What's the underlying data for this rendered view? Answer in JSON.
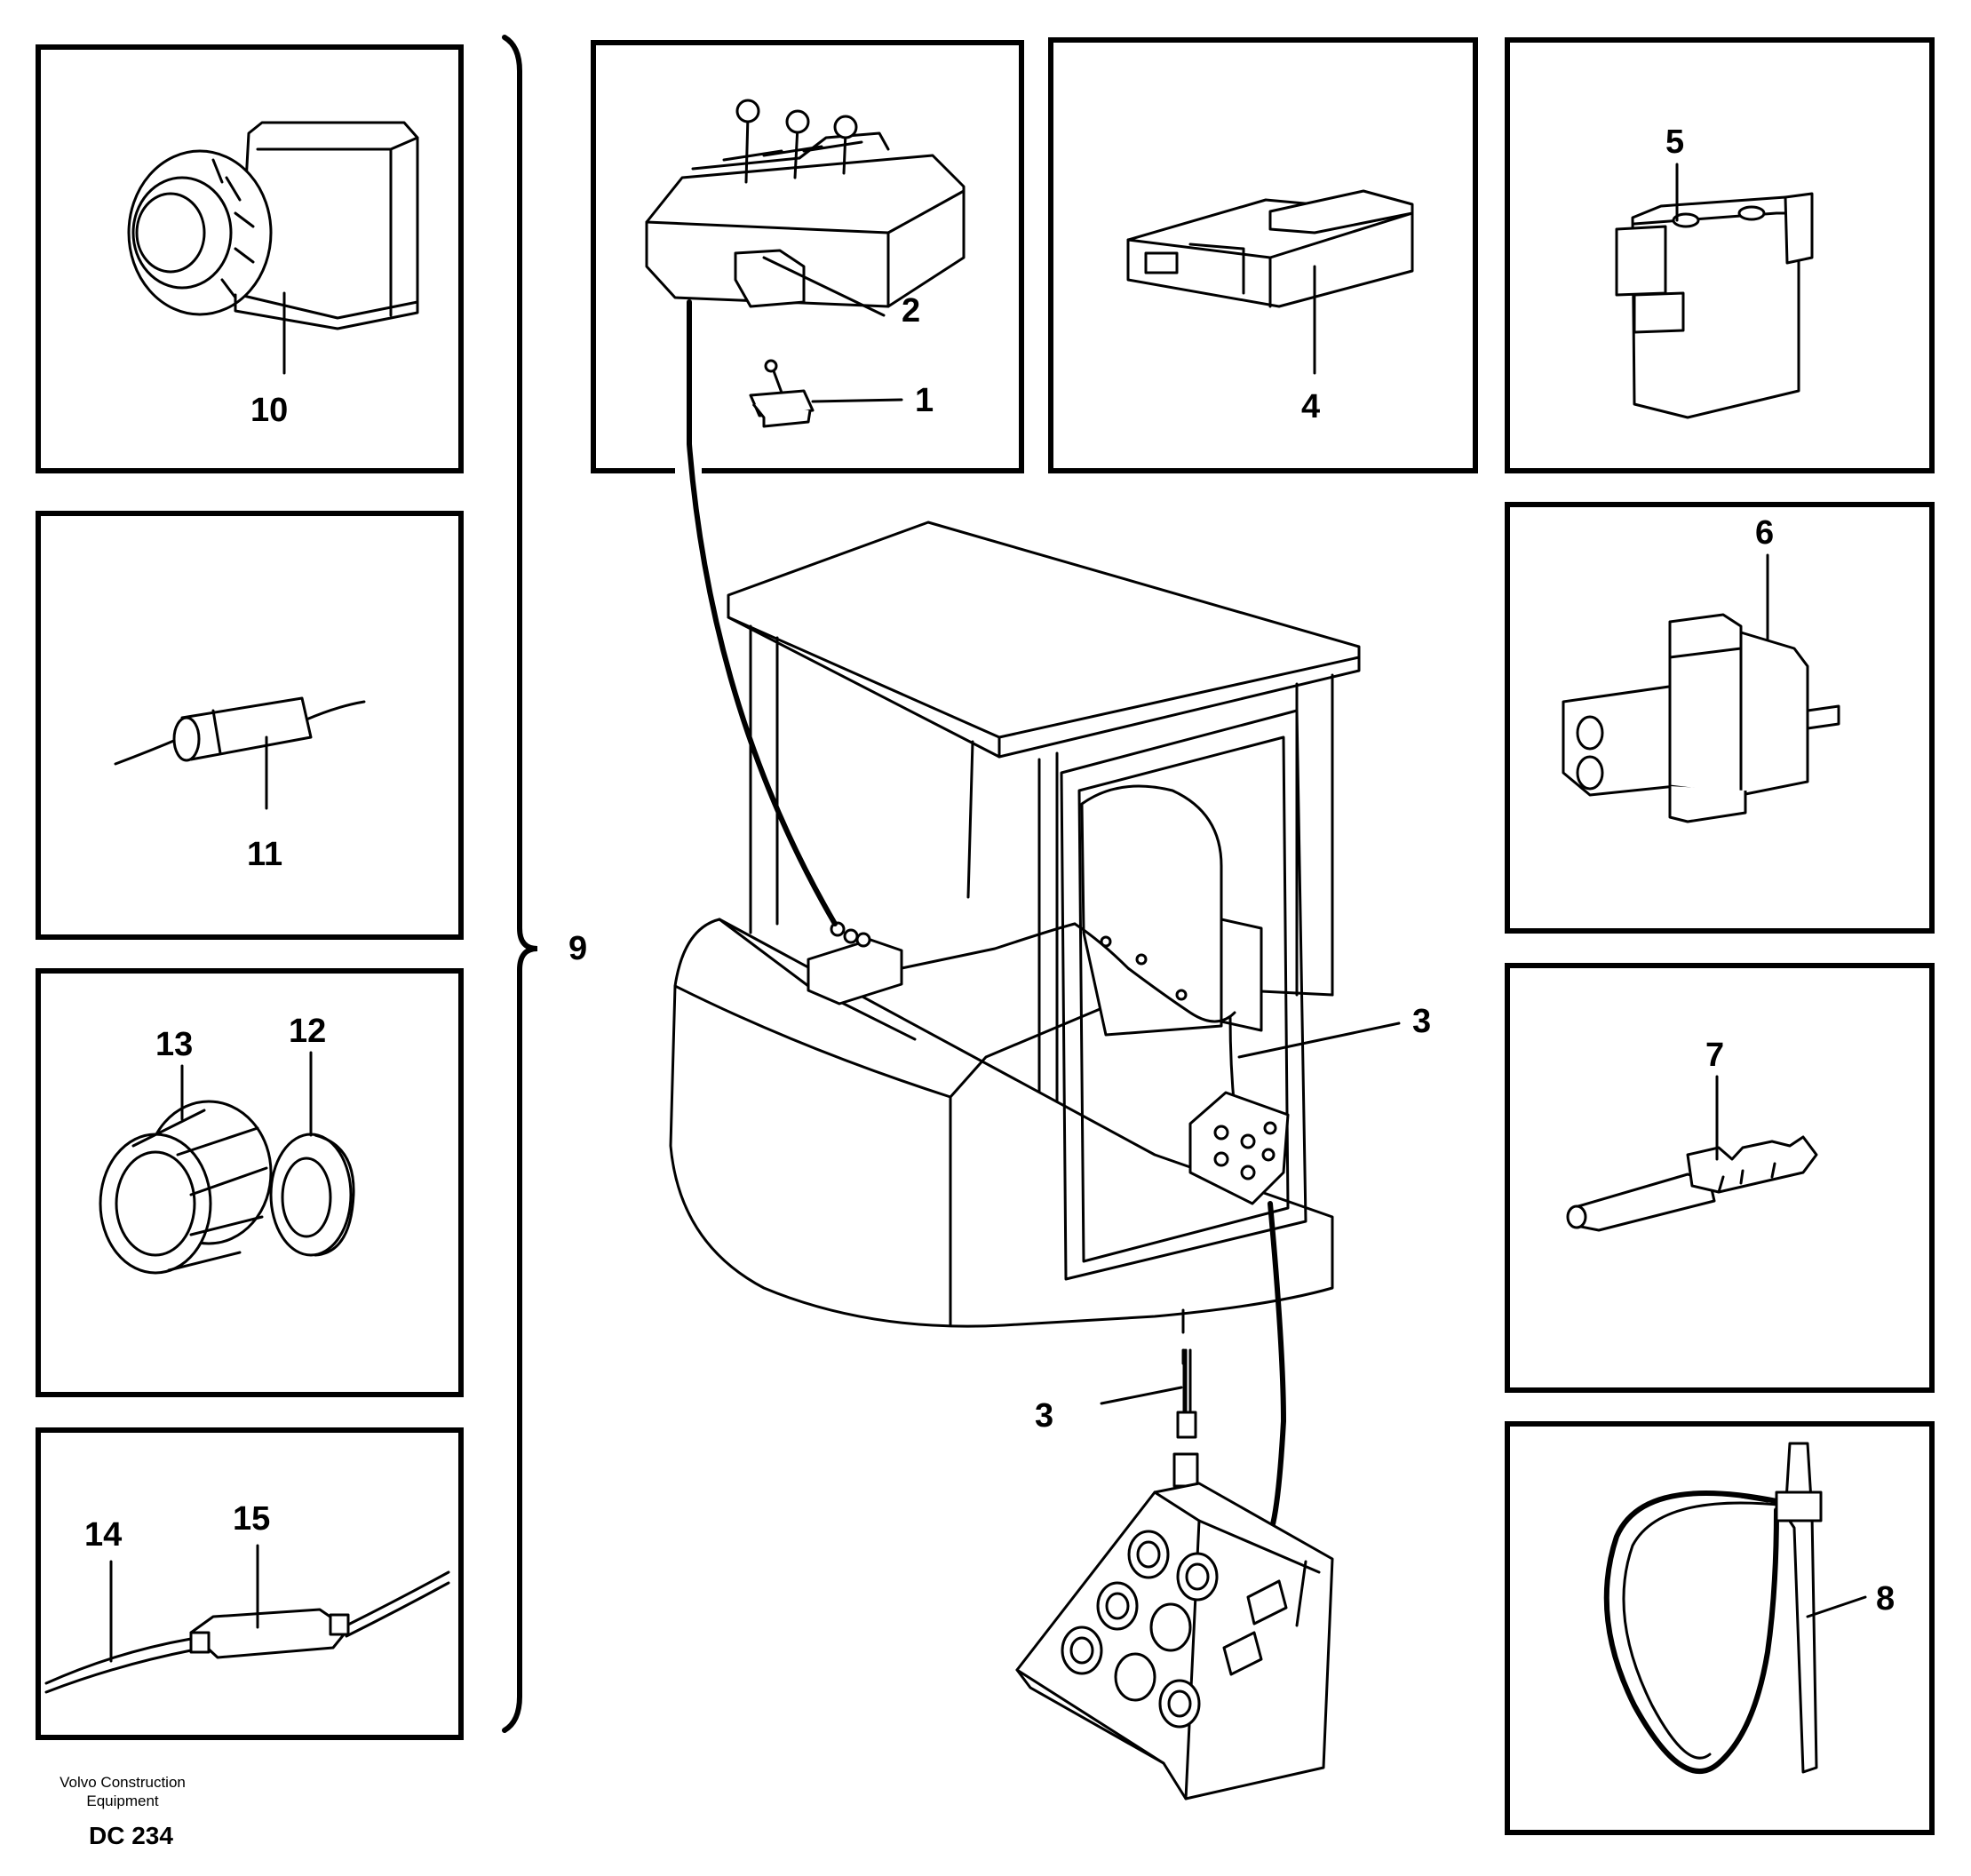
{
  "callouts": {
    "c1": "1",
    "c2": "2",
    "c3a": "3",
    "c3b": "3",
    "c4": "4",
    "c5": "5",
    "c6": "6",
    "c7": "7",
    "c8": "8",
    "c9": "9",
    "c10": "10",
    "c11": "11",
    "c12": "12",
    "c13": "13",
    "c14": "14",
    "c15": "15"
  },
  "footer": {
    "company_line1": "Volvo Construction",
    "company_line2": "Equipment",
    "code": "DC 234"
  }
}
